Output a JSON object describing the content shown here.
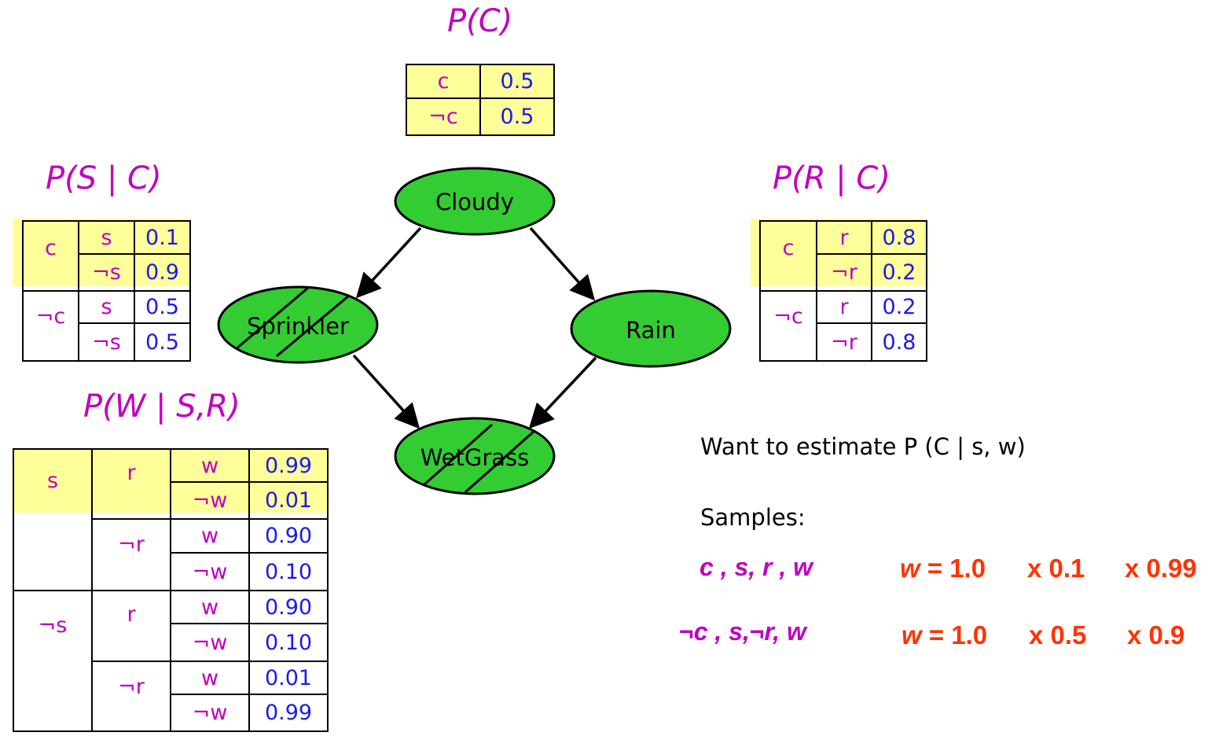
{
  "titles": {
    "pc": "P(C)",
    "psc": "P(S | C)",
    "prc": "P(R | C)",
    "pwsr": "P(W | S,R)"
  },
  "cpt_c": [
    {
      "var": "c",
      "p": "0.5"
    },
    {
      "var": "¬c",
      "p": "0.5"
    }
  ],
  "cpt_s": {
    "parents": [
      "c",
      "¬c"
    ],
    "rows": [
      {
        "var": "s",
        "p": "0.1"
      },
      {
        "var": "¬s",
        "p": "0.9"
      },
      {
        "var": "s",
        "p": "0.5"
      },
      {
        "var": "¬s",
        "p": "0.5"
      }
    ]
  },
  "cpt_r": {
    "parents": [
      "c",
      "¬c"
    ],
    "rows": [
      {
        "var": "r",
        "p": "0.8"
      },
      {
        "var": "¬r",
        "p": "0.2"
      },
      {
        "var": "r",
        "p": "0.2"
      },
      {
        "var": "¬r",
        "p": "0.8"
      }
    ]
  },
  "cpt_w": {
    "s_values": [
      "s",
      "¬s"
    ],
    "r_values": [
      "r",
      "¬r",
      "r",
      "¬r"
    ],
    "rows": [
      {
        "var": "w",
        "p": "0.99"
      },
      {
        "var": "¬w",
        "p": "0.01"
      },
      {
        "var": "w",
        "p": "0.90"
      },
      {
        "var": "¬w",
        "p": "0.10"
      },
      {
        "var": "w",
        "p": "0.90"
      },
      {
        "var": "¬w",
        "p": "0.10"
      },
      {
        "var": "w",
        "p": "0.01"
      },
      {
        "var": "¬w",
        "p": "0.99"
      }
    ]
  },
  "nodes": {
    "cloudy": "Cloudy",
    "sprinkler": "Sprinkler",
    "rain": "Rain",
    "wetgrass": "WetGrass"
  },
  "text": {
    "estimate": "Want to estimate P (C | s, w)",
    "samples_label": "Samples:"
  },
  "samples": [
    {
      "sample": "c , s, r , w",
      "w_label": "w",
      "w_eq": "= 1.0",
      "f1": "x 0.1",
      "f2": "x 0.99"
    },
    {
      "sample": "¬c  , s,¬r, w",
      "w_label": "w",
      "w_eq": "= 1.0",
      "f1": "x 0.5",
      "f2": "x 0.9"
    }
  ],
  "colors": {
    "node_fill": "#33cc33",
    "variable": "#c000c0",
    "probability": "#1a1aee",
    "highlight": "#ffff99",
    "weight": "#ff3300"
  }
}
